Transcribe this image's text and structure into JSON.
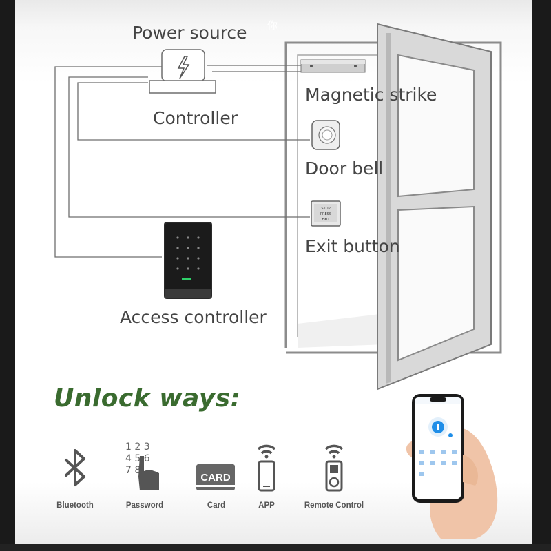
{
  "diagram": {
    "top_char": "你",
    "labels": {
      "power_source": "Power source",
      "controller": "Controller",
      "magnetic_strike": "Magnetic strike",
      "door_bell": "Door bell",
      "exit_button": "Exit button",
      "access_controller": "Access controller"
    },
    "exit_button_text": [
      "STOP",
      "PRESS",
      "EXIT"
    ]
  },
  "unlock": {
    "title": "Unlock ways:",
    "methods": [
      {
        "label": "Bluetooth",
        "icon": "bluetooth-icon"
      },
      {
        "label": "Password",
        "icon": "keypad-finger-icon"
      },
      {
        "label": "Card",
        "icon": "card-icon"
      },
      {
        "label": "APP",
        "icon": "phone-wifi-icon"
      },
      {
        "label": "Remote Control",
        "icon": "remote-wifi-icon"
      }
    ],
    "keypad_digits": [
      "1 2 3",
      "4 5 6",
      "7 8"
    ],
    "card_text": "CARD"
  },
  "colors": {
    "title_green": "#3a6b2f",
    "label_gray": "#444444",
    "wire": "#6e6e6e",
    "phone_blue": "#1f8ee8"
  }
}
